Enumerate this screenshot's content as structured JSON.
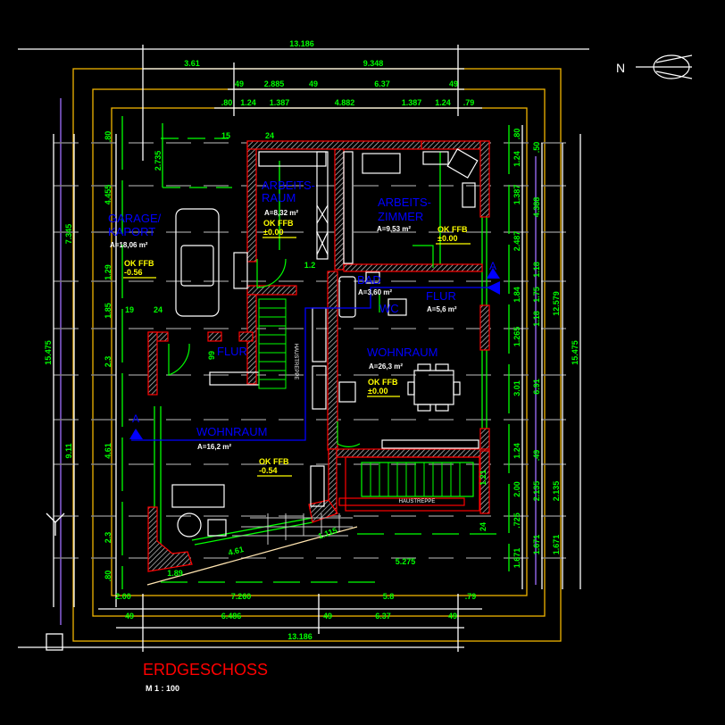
{
  "drawing": {
    "title": "ERDGESCHOSS",
    "scale": "M 1 : 100",
    "north_label": "N",
    "colors": {
      "dimension": "#00ff00",
      "room": "#0000ff",
      "wall": "#ff0000",
      "level": "#ffff00",
      "frame": "#f0b400"
    }
  },
  "dimensions": {
    "top": {
      "total": "13.186",
      "row2": [
        "3.61",
        "9.348"
      ],
      "row3": [
        "49",
        "2.885",
        "49",
        "6.37",
        "49"
      ],
      "row4": [
        ".80",
        "1.24",
        "1.387",
        "4.882",
        "1.387",
        "1.24",
        ".79"
      ]
    },
    "bottom": {
      "row1": [
        "2.00",
        "7.260",
        "5.8",
        ".79"
      ],
      "row2": [
        "49",
        "6.486",
        "49",
        "6.37",
        "49"
      ],
      "total": "13.186"
    },
    "left": {
      "total": "15.475",
      "row2": [
        "7.345",
        "9.11"
      ],
      "row3": [
        ".80",
        "4.455",
        "1.29",
        "1.85",
        "2.3",
        "4.61",
        "2.3",
        ".80"
      ]
    },
    "right": {
      "row1": [
        ".80",
        "1.24",
        "1.387",
        "2.487",
        "1.84",
        "1.265",
        "3.01",
        "1.24",
        "2.00",
        ".725",
        "1.671"
      ],
      "row2": [
        ".50",
        "4.388",
        "1.18",
        "1.75",
        "1.18",
        "6.91",
        ".49",
        "2.135",
        "1.671"
      ],
      "row3": [
        "12.579",
        "2.135",
        "1.671"
      ],
      "total": "15.475"
    },
    "inner": {
      "garage_depth": "2.735",
      "door_width": "1.2",
      "garage_19": "19",
      "garage_24": "24",
      "top_15": "15",
      "top_24": "24",
      "terrace_diag": "4.61",
      "terrace_diag2": "1.115",
      "terrace_base": "1.89",
      "terrace_right": "5.275",
      "stair_121": "1.21",
      "stair_24": "24",
      "flur_small": "99"
    }
  },
  "rooms": [
    {
      "name1": "ARBEITS-",
      "name2": "RAUM",
      "area": "A=8,32 m²",
      "level1": "OK FFB",
      "level2": "±0.00"
    },
    {
      "name1": "ARBEITS-",
      "name2": "ZIMMER",
      "area": "A=9,53 m²",
      "level1": "OK FFB",
      "level2": "±0.00"
    },
    {
      "name1": "GARAGE/",
      "name2": "KAPORT",
      "area": "A=18,06 m²",
      "level1": "OK FFB",
      "level2": "-0.56"
    },
    {
      "name1": "BAD",
      "area": "A=3,60 m²"
    },
    {
      "name1": "WC"
    },
    {
      "name1": "FLUR",
      "area": "A=5,6 m²"
    },
    {
      "name1": "FLUR"
    },
    {
      "name1": "WOHNRAUM",
      "area": "A=26,3 m²",
      "level1": "OK FFB",
      "level2": "±0.00"
    },
    {
      "name1": "WOHNRAUM",
      "area": "A=16,2 m²",
      "level1": "OK FFB",
      "level2": "-0.54"
    }
  ],
  "section_marker": "A",
  "stairs": {
    "label1": "HAUSTREPPE",
    "label2": "HAUSTREPPE"
  }
}
